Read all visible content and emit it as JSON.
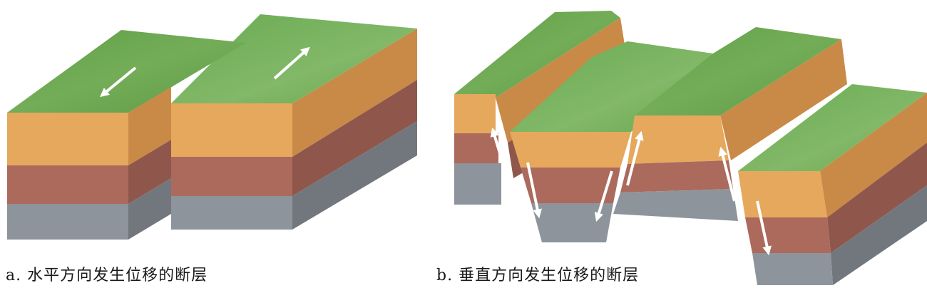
{
  "panels": [
    {
      "id": "a",
      "caption": "a. 水平方向发生位移的断层"
    },
    {
      "id": "b",
      "caption": "b. 垂直方向发生位移的断层"
    }
  ],
  "colors": {
    "grass_top": "#6aa84f",
    "sand_front": "#e6a85c",
    "sand_side": "#c98a47",
    "clay_front": "#ab6a5c",
    "clay_side": "#8f574b",
    "rock_front": "#8e949b",
    "rock_side": "#72777e",
    "arrow": "#ffffff"
  }
}
